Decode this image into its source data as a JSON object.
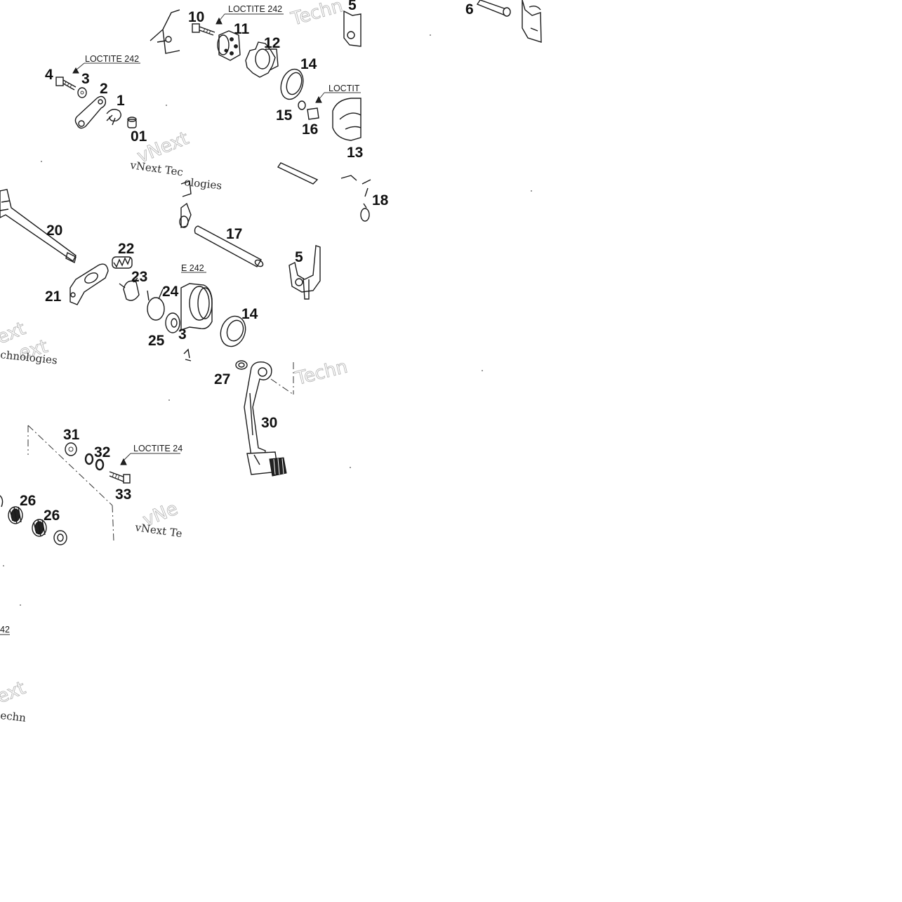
{
  "tiles": {
    "tile_a": {
      "loctite": "LOCTITE 242",
      "labels": [
        "4",
        "3",
        "2",
        "1",
        "01"
      ],
      "watermark_a": "vNext",
      "watermark_b": "vNext Tec"
    },
    "tile_b": {
      "loctite_1": "LOCTITE 242",
      "loctite_2": "LOCTIT",
      "labels": [
        "10",
        "11",
        "12",
        "14",
        "15",
        "16",
        "13",
        "5"
      ],
      "watermark": "Techn"
    },
    "tile_c": {
      "labels": [
        "6"
      ]
    },
    "tile_d": {
      "labels": [
        "20",
        "22",
        "23",
        "24",
        "21",
        "25"
      ],
      "watermark_a": "ext",
      "watermark_b": "chnologies",
      "watermark_c": "ologies"
    },
    "tile_e": {
      "loctite": "E 242",
      "labels": [
        "17",
        "5",
        "14",
        "18",
        "3"
      ]
    },
    "tile_f": {
      "loctite": "LOCTITE 24",
      "labels": [
        "31",
        "32",
        "33",
        "26",
        "26"
      ],
      "watermark_a": "vNe",
      "watermark_b": "vNext Te"
    },
    "tile_g": {
      "labels": [
        "27",
        "30"
      ],
      "watermark": "Techn"
    },
    "tile_h": {
      "loctite": "42",
      "watermark_a": "ext",
      "watermark_b": "echn"
    }
  }
}
